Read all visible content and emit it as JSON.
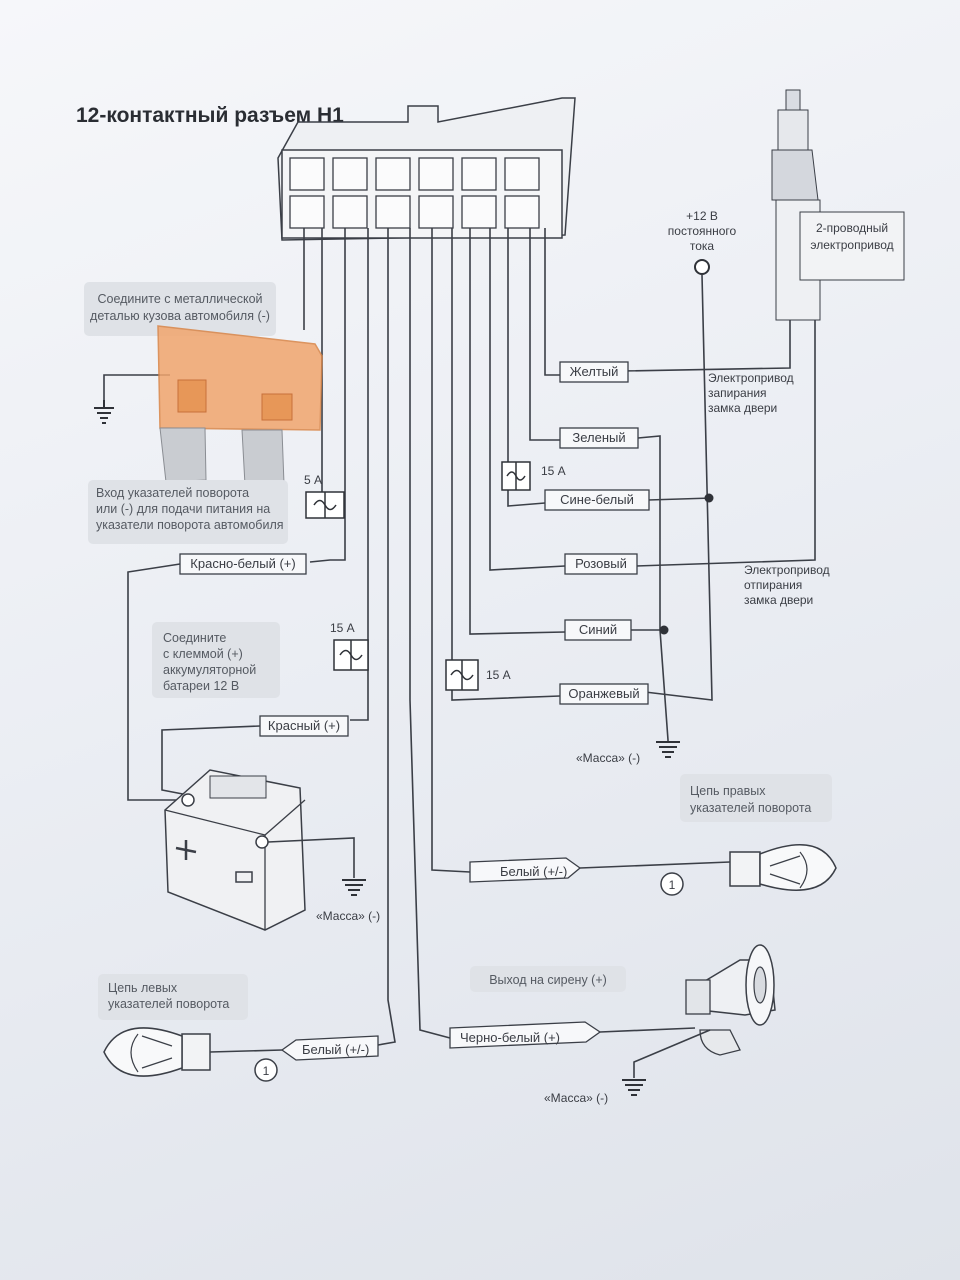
{
  "title": "12-контактный разъем H1",
  "notes": {
    "ground_chassis": [
      "Соедините с металлической",
      "деталью кузова автомобиля (-)"
    ],
    "turn_input": [
      "Вход указателей поворота",
      "или (-) для подачи питания на",
      "указатели поворота автомобиля"
    ],
    "battery_note": [
      "Соедините",
      "с клеммой (+)",
      "аккумуляторной",
      "батареи 12 В"
    ],
    "right_lamps": [
      "Цепь правых",
      "указателей поворота"
    ],
    "left_lamps": [
      "Цепь левых",
      "указателей поворота"
    ],
    "siren_out": "Выход на сирену (+)"
  },
  "power": {
    "line1": "+12 В",
    "line2": "постоянного",
    "line3": "тока"
  },
  "actuator": {
    "line1": "2-проводный",
    "line2": "электропривод"
  },
  "actuator_lock": [
    "Электропривод",
    "запирания",
    "замка двери"
  ],
  "actuator_unlock": [
    "Электропривод",
    "отпирания",
    "замка двери"
  ],
  "wires": {
    "yellow": "Желтый",
    "green": "Зеленый",
    "blue_white": "Сине-белый",
    "pink": "Розовый",
    "blue": "Синий",
    "orange": "Оранжевый",
    "red_white": "Красно-белый (+)",
    "red": "Красный (+)",
    "white_right": "Белый (+/-)",
    "white_left": "Белый (+/-)",
    "black_white": "Черно-белый (+)"
  },
  "fuses": {
    "f5": "5 А",
    "f15_a": "15 А",
    "f15_b": "15 А",
    "f15_c": "15 А"
  },
  "ground": {
    "g1": "«Масса» (-)",
    "g2": "«Масса» (-)",
    "g3": "«Масса» (-)"
  },
  "lamp_pin": "1"
}
